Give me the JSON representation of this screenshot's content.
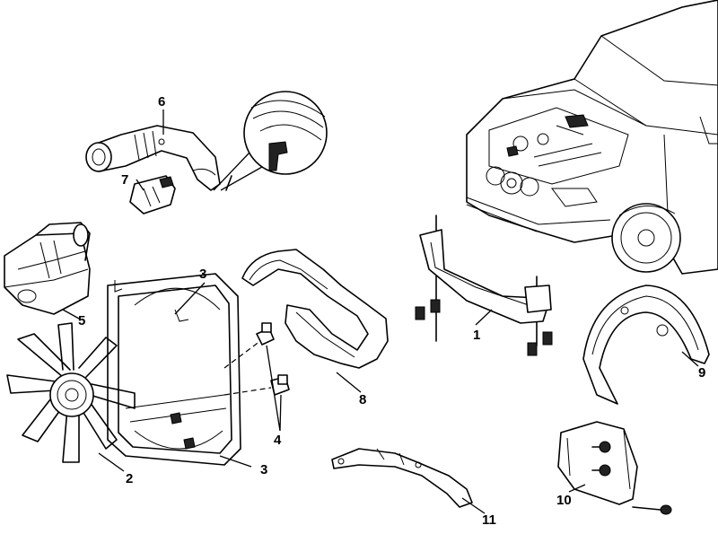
{
  "parts": [
    {
      "id": "p1",
      "label": "1",
      "name": "bracket"
    },
    {
      "id": "p2",
      "label": "2",
      "name": "fan"
    },
    {
      "id": "p3a",
      "label": "3",
      "name": "fan-shroud-top"
    },
    {
      "id": "p3b",
      "label": "3",
      "name": "fan-shroud-bottom"
    },
    {
      "id": "p4",
      "label": "4",
      "name": "mount-bushings"
    },
    {
      "id": "p5",
      "label": "5",
      "name": "air-filter-housing"
    },
    {
      "id": "p6",
      "label": "6",
      "name": "intake-hose"
    },
    {
      "id": "p7",
      "label": "7",
      "name": "clip"
    },
    {
      "id": "p8",
      "label": "8",
      "name": "drive-belt"
    },
    {
      "id": "p9",
      "label": "9",
      "name": "wheel-arch-liner"
    },
    {
      "id": "p10",
      "label": "10",
      "name": "splash-guard"
    },
    {
      "id": "p11",
      "label": "11",
      "name": "support-strut"
    }
  ]
}
